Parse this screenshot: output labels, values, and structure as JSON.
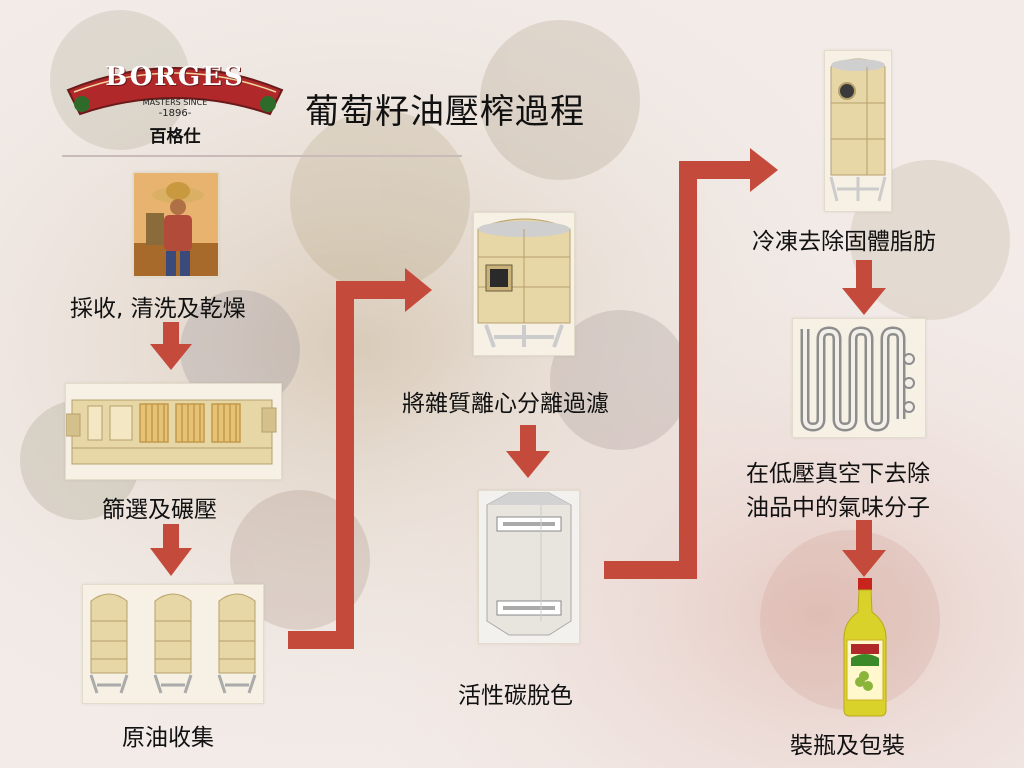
{
  "title": "葡萄籽油壓榨過程",
  "logo": {
    "brand": "BORGES",
    "tagline": "MASTERS SINCE",
    "year": "-1896-",
    "chinese_name": "百格仕"
  },
  "steps": [
    {
      "label": "採收, 清洗及乾燥",
      "icon": "farmer-icon"
    },
    {
      "label": "篩選及碾壓",
      "icon": "crusher-machine-icon"
    },
    {
      "label": "原油收集",
      "icon": "storage-tanks-icon"
    },
    {
      "label": "將雜質離心分離過濾",
      "icon": "centrifuge-tank-icon"
    },
    {
      "label": "活性碳脫色",
      "icon": "carbon-filter-icon"
    },
    {
      "label": "冷凍去除固體脂肪",
      "icon": "winterization-tank-icon"
    },
    {
      "label_lines": [
        "在低壓真空下去除",
        "油品中的氣味分子"
      ],
      "icon": "vacuum-coil-icon"
    },
    {
      "label": "裝瓶及包裝",
      "icon": "oil-bottle-icon"
    }
  ],
  "colors": {
    "arrow": "#c44a3c",
    "tank": "#e7d6a6",
    "tank_stroke": "#b7a06c",
    "logo_red": "#b0282a"
  }
}
